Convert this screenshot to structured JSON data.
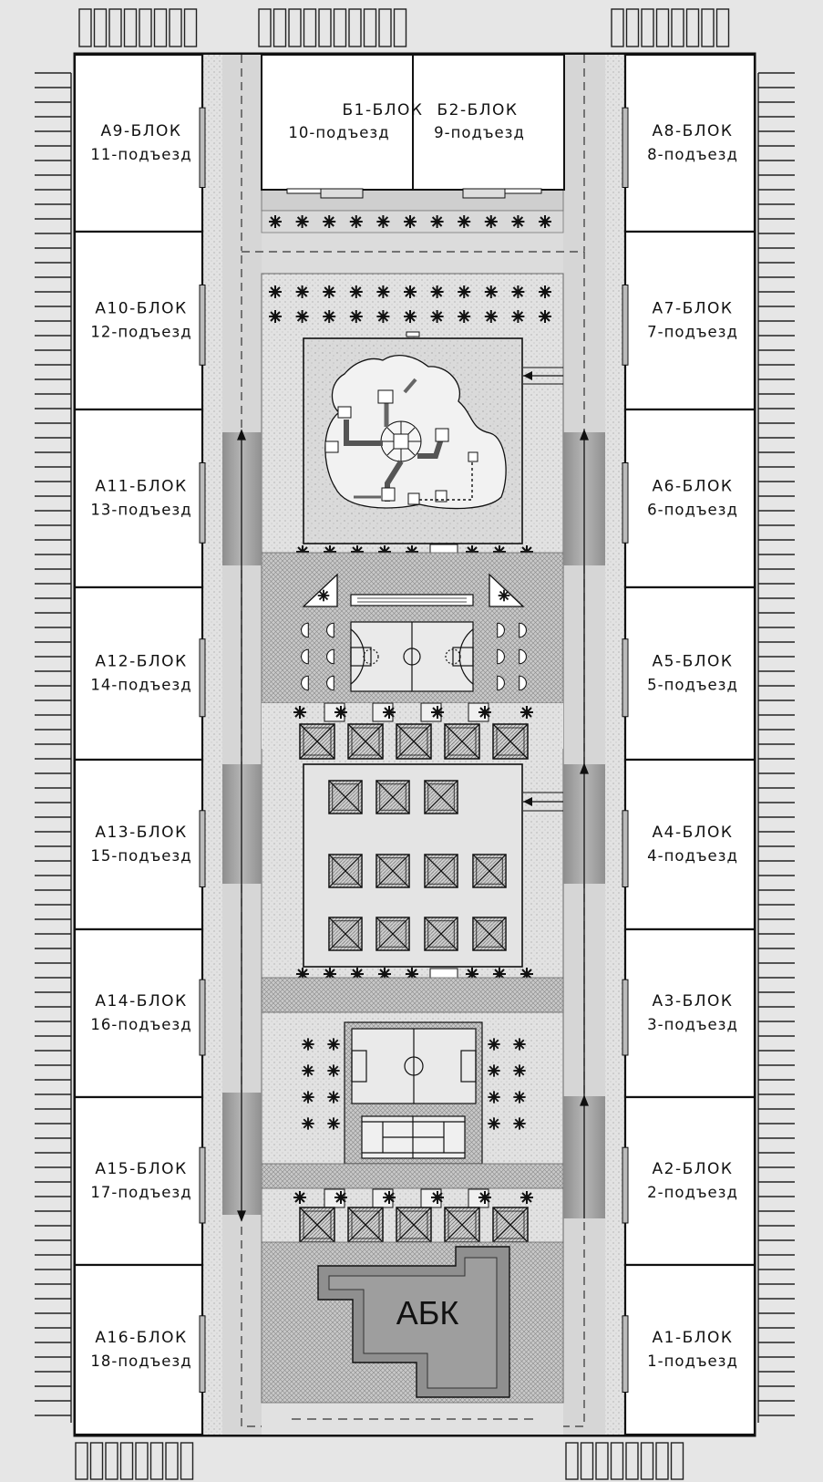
{
  "left_blocks": [
    {
      "name": "А9-БЛОК",
      "entrance": "11-подъезд"
    },
    {
      "name": "А10-БЛОК",
      "entrance": "12-подъезд"
    },
    {
      "name": "А11-БЛОК",
      "entrance": "13-подъезд"
    },
    {
      "name": "А12-БЛОК",
      "entrance": "14-подъезд"
    },
    {
      "name": "А13-БЛОК",
      "entrance": "15-подъезд"
    },
    {
      "name": "А14-БЛОК",
      "entrance": "16-подъезд"
    },
    {
      "name": "А15-БЛОК",
      "entrance": "17-подъезд"
    },
    {
      "name": "А16-БЛОК",
      "entrance": "18-подъезд"
    }
  ],
  "right_blocks": [
    {
      "name": "А8-БЛОК",
      "entrance": "8-подъезд"
    },
    {
      "name": "А7-БЛОК",
      "entrance": "7-подъезд"
    },
    {
      "name": "А6-БЛОК",
      "entrance": "6-подъезд"
    },
    {
      "name": "А5-БЛОК",
      "entrance": "5-подъезд"
    },
    {
      "name": "А4-БЛОК",
      "entrance": "4-подъезд"
    },
    {
      "name": "А3-БЛОК",
      "entrance": "3-подъезд"
    },
    {
      "name": "А2-БЛОК",
      "entrance": "2-подъезд"
    },
    {
      "name": "А1-БЛОК",
      "entrance": "1-подъезд"
    }
  ],
  "top_blocks": [
    {
      "name": "Б1-БЛОК",
      "entrance": "10-подъезд"
    },
    {
      "name": "Б2-БЛОК",
      "entrance": "9-подъезд"
    }
  ],
  "admin_building": {
    "label": "АБК"
  },
  "colors": {
    "background": "#e6e6e6",
    "building_fill": "#ffffff",
    "outline": "#111111",
    "road": "#d9d9d9",
    "sand": "#dedede",
    "dark_paving": "#9a9a9a",
    "admin_fill": "#9e9e9e"
  }
}
